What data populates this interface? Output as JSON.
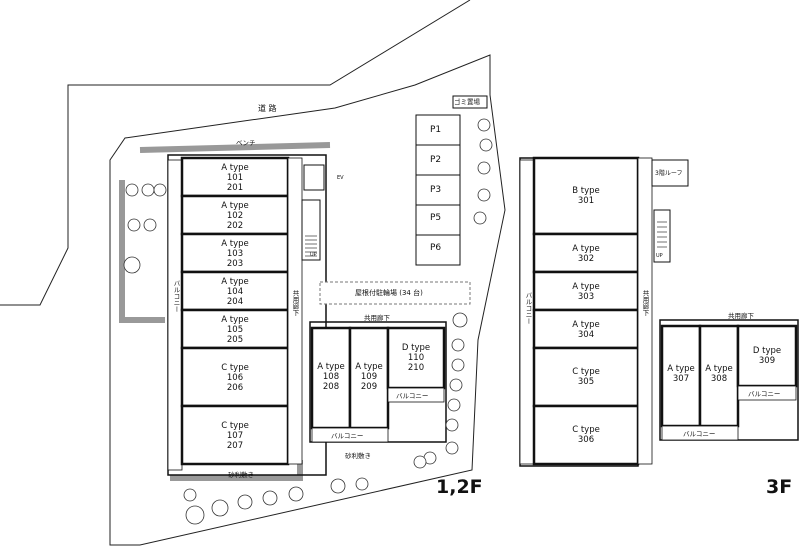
{
  "labels": {
    "road": "道 路",
    "bench": "ベンチ",
    "parking_bicycle": "屋根付駐輪場 (34 台)",
    "garbage": "ゴミ置場",
    "corridor": "共用廊下",
    "balcony": "バルコニー",
    "gravel": "砂利敷き",
    "roof_3f": "3階ルーフ",
    "up": "UP",
    "ev": "EV"
  },
  "floors": {
    "f12": "1,2F",
    "f3": "3F"
  },
  "parking": [
    "P1",
    "P2",
    "P3",
    "P5",
    "P6"
  ],
  "units_12f": [
    {
      "type": "A type",
      "rooms": "101\n201"
    },
    {
      "type": "A type",
      "rooms": "102\n202"
    },
    {
      "type": "A type",
      "rooms": "103\n203"
    },
    {
      "type": "A type",
      "rooms": "104\n204"
    },
    {
      "type": "A type",
      "rooms": "105\n205"
    },
    {
      "type": "C type",
      "rooms": "106\n206"
    },
    {
      "type": "C type",
      "rooms": "107\n207"
    },
    {
      "type": "A type",
      "rooms": "108\n208"
    },
    {
      "type": "A type",
      "rooms": "109\n209"
    },
    {
      "type": "D type",
      "rooms": "110\n210"
    }
  ],
  "units_3f": [
    {
      "type": "B type",
      "rooms": "301"
    },
    {
      "type": "A type",
      "rooms": "302"
    },
    {
      "type": "A type",
      "rooms": "303"
    },
    {
      "type": "A type",
      "rooms": "304"
    },
    {
      "type": "C type",
      "rooms": "305"
    },
    {
      "type": "C type",
      "rooms": "306"
    },
    {
      "type": "A type",
      "rooms": "307"
    },
    {
      "type": "A type",
      "rooms": "308"
    },
    {
      "type": "D type",
      "rooms": "309"
    }
  ]
}
